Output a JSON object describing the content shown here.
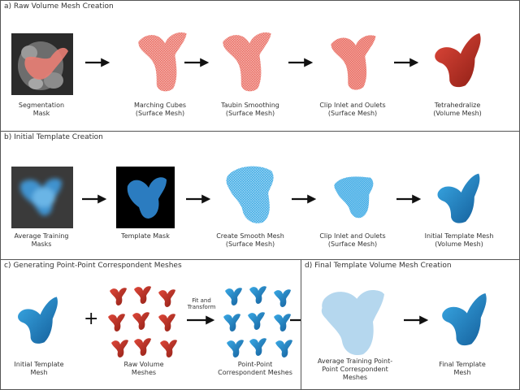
{
  "panels": {
    "a": {
      "title": "a) Raw Volume Mesh Creation",
      "steps": [
        {
          "line1": "Segmentation",
          "line2": "Mask"
        },
        {
          "line1": "Marching Cubes",
          "line2": "(Surface Mesh)"
        },
        {
          "line1": "Taubin Smoothing",
          "line2": "(Surface Mesh)"
        },
        {
          "line1": "Clip Inlet and Oulets",
          "line2": "(Surface Mesh)"
        },
        {
          "line1": "Tetrahedralize",
          "line2": "(Volume Mesh)"
        }
      ]
    },
    "b": {
      "title": "b) Initial Template Creation",
      "steps": [
        {
          "line1": "Average Training",
          "line2": "Masks"
        },
        {
          "line1": "Template Mask",
          "line2": ""
        },
        {
          "line1": "Create Smooth Mesh",
          "line2": "(Surface Mesh)"
        },
        {
          "line1": "Clip Inlet and Oulets",
          "line2": "(Surface Mesh)"
        },
        {
          "line1": "Initial Template Mesh",
          "line2": "(Volume Mesh)"
        }
      ]
    },
    "c": {
      "title": "c) Generating Point-Point Correspondent Meshes",
      "steps": [
        {
          "line1": "Initial Template",
          "line2": "Mesh"
        },
        {
          "line1": "Raw Volume",
          "line2": "Meshes"
        },
        {
          "line1": "Point-Point",
          "line2": "Correspondent Meshes"
        }
      ],
      "plus": "+",
      "arrow_label_line1": "Fit and",
      "arrow_label_line2": "Transform"
    },
    "d": {
      "title": "d) Final Template Volume Mesh Creation",
      "steps": [
        {
          "line1": "Average Training Point-",
          "line2": "Point Correspondent",
          "line3": "Meshes"
        },
        {
          "line1": "Final Template",
          "line2": "Mesh"
        }
      ]
    }
  },
  "colors": {
    "red_mesh": "#e8645a",
    "red_solid": "#c0392b",
    "blue_mesh": "#2fa3e0",
    "blue_solid": "#1f7fc4",
    "arrow": "#111111",
    "border": "#555555"
  }
}
